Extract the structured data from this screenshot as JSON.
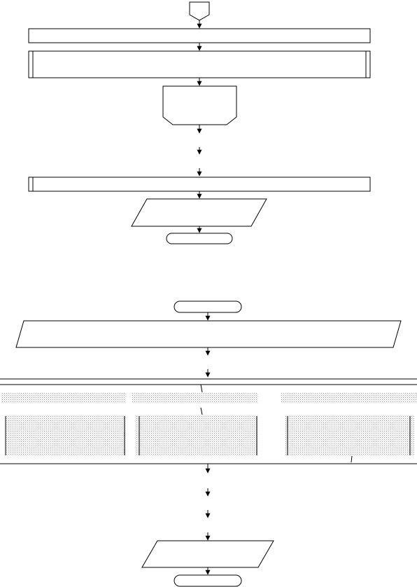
{
  "diagram": {
    "type": "flowchart",
    "colors": {
      "stroke": "#000000",
      "background": "#ffffff",
      "fill_pattern": "#b0b0b0"
    },
    "top_flow": {
      "nodes": [
        {
          "id": "t1",
          "shape": "offpage-connector",
          "text": ""
        },
        {
          "id": "t2",
          "shape": "process",
          "text": ""
        },
        {
          "id": "t3",
          "shape": "predefined-process",
          "text": ""
        },
        {
          "id": "t4",
          "shape": "loop-limit",
          "text": ""
        },
        {
          "id": "t5",
          "shape": "predefined-process",
          "text": ""
        },
        {
          "id": "t6",
          "shape": "input-output",
          "text": ""
        },
        {
          "id": "t7",
          "shape": "terminator",
          "text": ""
        }
      ]
    },
    "bottom_flow": {
      "nodes": [
        {
          "id": "b1",
          "shape": "terminator",
          "text": ""
        },
        {
          "id": "b2",
          "shape": "input-output",
          "text": ""
        },
        {
          "id": "b3",
          "shape": "parallel-block",
          "text": ""
        },
        {
          "id": "b4",
          "shape": "input-output",
          "text": ""
        },
        {
          "id": "b5",
          "shape": "terminator",
          "text": ""
        }
      ],
      "parallel_branches": 3
    }
  }
}
